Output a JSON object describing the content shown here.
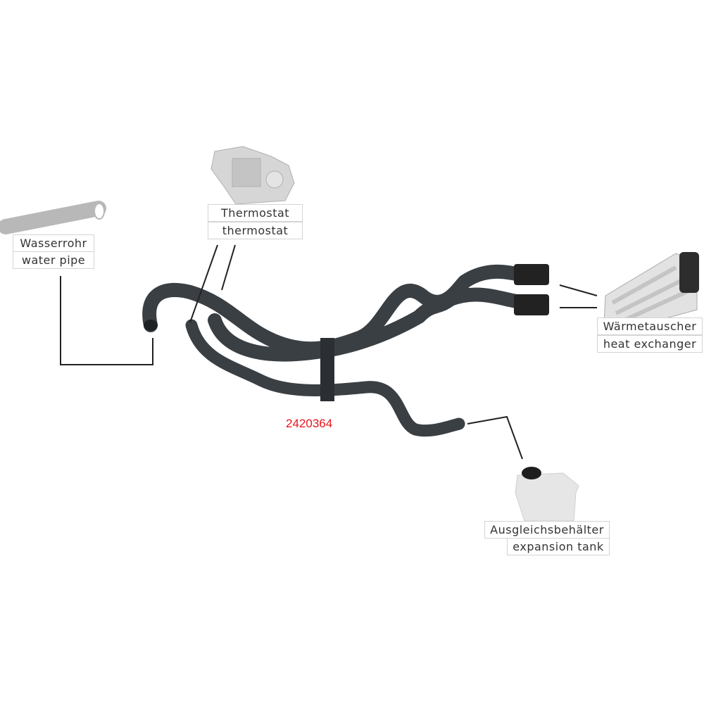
{
  "part_number": "2420364",
  "labels": {
    "water_pipe": {
      "de": "Wasserrohr",
      "en": "water pipe"
    },
    "thermostat": {
      "de": "Thermostat",
      "en": "thermostat"
    },
    "heat_exchanger": {
      "de": "Wärmetauscher",
      "en": "heat exchanger"
    },
    "expansion_tank": {
      "de": "Ausgleichsbehälter",
      "en": "expansion tank"
    }
  },
  "colors": {
    "part_number": "#e8141c",
    "hose": "#3a3f44",
    "component": "#c8c8c8"
  }
}
